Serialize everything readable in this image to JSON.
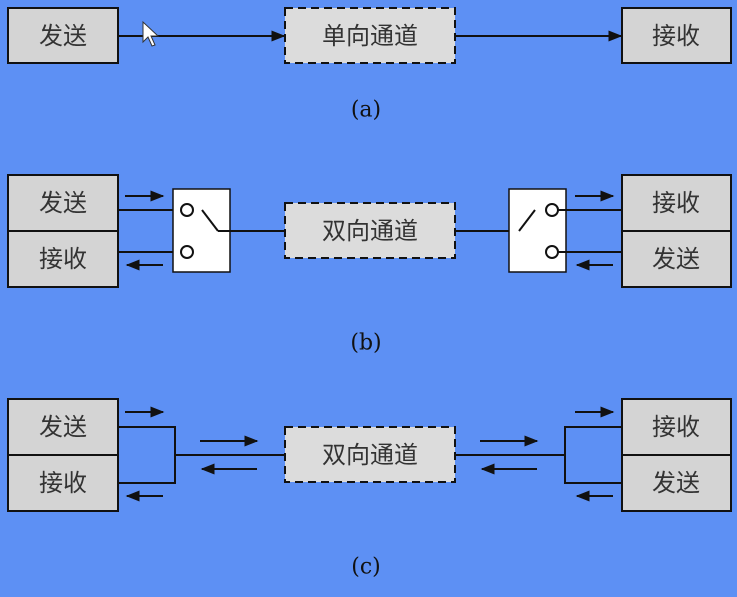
{
  "diagram_a": {
    "sender": "发送",
    "channel": "单向通道",
    "receiver": "接收",
    "caption": "(a)"
  },
  "diagram_b": {
    "left_top": "发送",
    "left_bottom": "接收",
    "channel": "双向通道",
    "right_top": "接收",
    "right_bottom": "发送",
    "caption": "(b)"
  },
  "diagram_c": {
    "left_top": "发送",
    "left_bottom": "接收",
    "channel": "双向通道",
    "right_top": "接收",
    "right_bottom": "发送",
    "caption": "(c)"
  },
  "colors": {
    "background": "#5d90f4",
    "box": "#d4d4d4"
  }
}
